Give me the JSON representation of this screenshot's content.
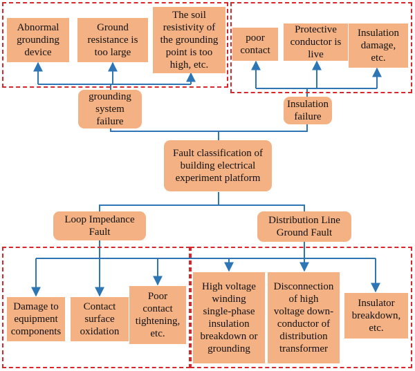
{
  "colors": {
    "box_fill": "#f4b183",
    "arrow": "#2e75b6",
    "dashed_border": "#d9262b",
    "text": "#111111"
  },
  "nodes": {
    "root": "Fault classification of\nbuilding electrical\nexperiment platform",
    "grounding_failure": "grounding\nsystem\nfailure",
    "insulation_failure": "Insulation\nfailure",
    "loop_impedance": "Loop Impedance\nFault",
    "distribution_ground": "Distribution Line\nGround Fault"
  },
  "grounding_causes": [
    "Abnormal\ngrounding\ndevice",
    "Ground\nresistance is\ntoo large",
    "The soil\nresistivity of\nthe grounding\npoint is too\nhigh, etc."
  ],
  "insulation_causes": [
    "poor\ncontact",
    "Protective\nconductor is\nlive",
    "Insulation\ndamage,\netc."
  ],
  "loop_causes": [
    "Damage to\nequipment\ncomponents",
    "Contact\nsurface\noxidation",
    "Poor\ncontact\ntightening,\netc."
  ],
  "distribution_causes": [
    "High voltage\nwinding\nsingle-phase\ninsulation\nbreakdown or\ngrounding",
    "Disconnection\nof high\nvoltage down-\nconductor of\ndistribution\ntransformer",
    "Insulator\nbreakdown,\netc."
  ]
}
